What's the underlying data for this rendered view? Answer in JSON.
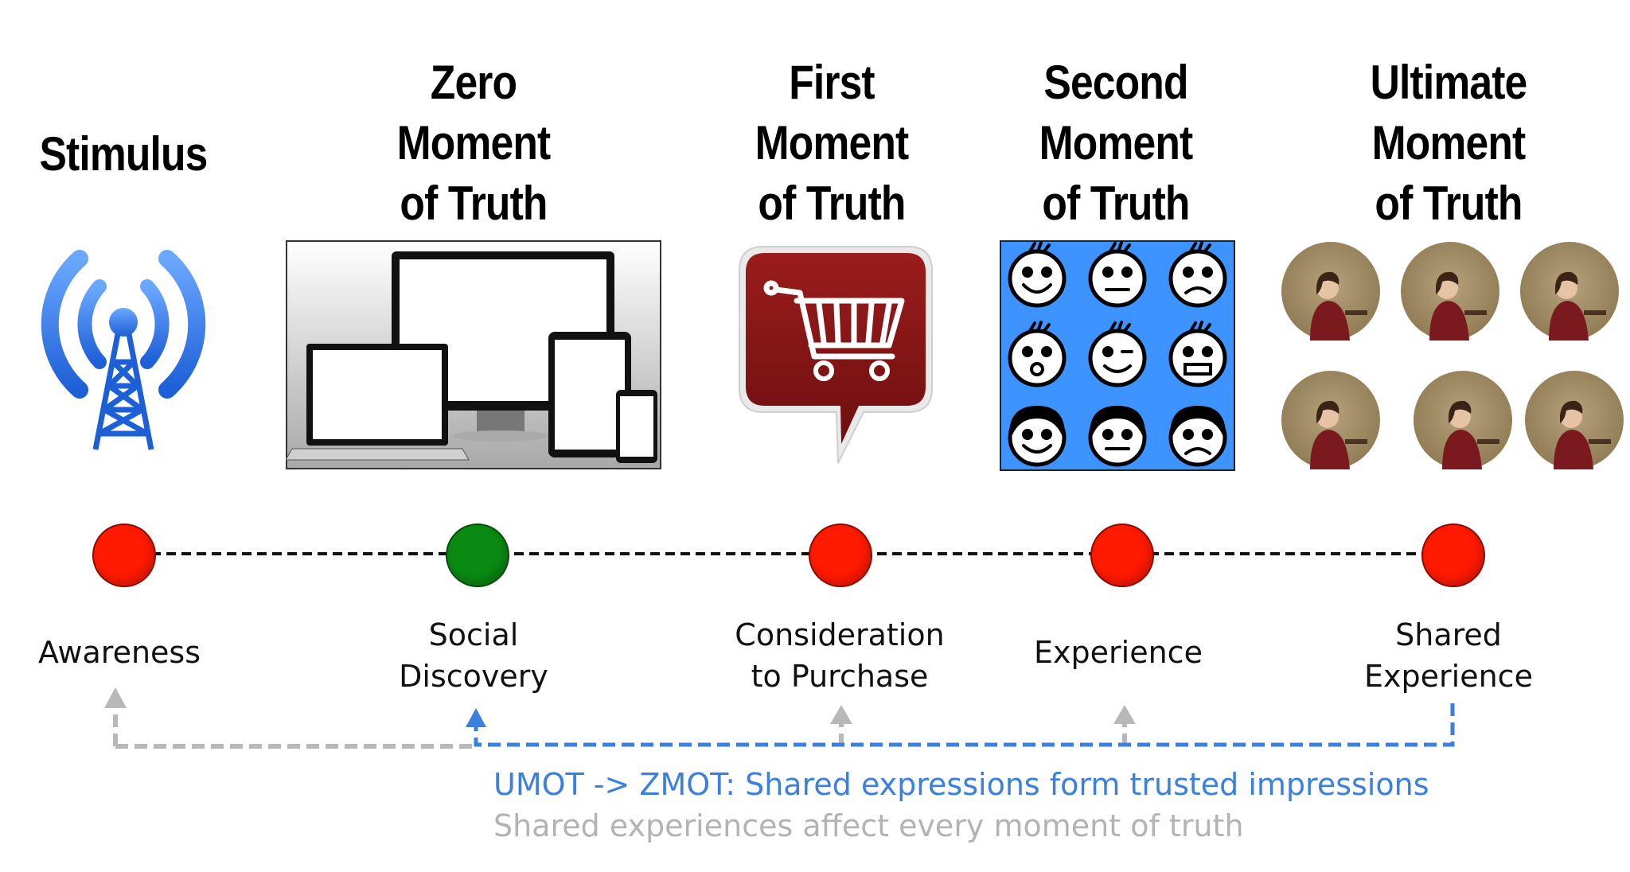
{
  "stages": [
    {
      "id": "stimulus",
      "title": [
        "Stimulus"
      ],
      "label": [
        "Awareness"
      ],
      "node_color": "#ff1a00"
    },
    {
      "id": "zmot",
      "title": [
        "Zero",
        "Moment",
        "of Truth"
      ],
      "label": [
        "Social",
        "Discovery"
      ],
      "node_color": "#0a8a12"
    },
    {
      "id": "fmot",
      "title": [
        "First",
        "Moment",
        "of Truth"
      ],
      "label": [
        "Consideration",
        "to Purchase"
      ],
      "node_color": "#ff1a00"
    },
    {
      "id": "smot",
      "title": [
        "Second",
        "Moment",
        "of Truth"
      ],
      "label": [
        "Experience"
      ],
      "node_color": "#ff1a00"
    },
    {
      "id": "umot",
      "title": [
        "Ultimate",
        "Moment",
        "of Truth"
      ],
      "label": [
        "Shared",
        "Experience"
      ],
      "node_color": "#ff1a00"
    }
  ],
  "icons": {
    "stimulus": "radio-tower-icon",
    "zmot": "devices-icon",
    "fmot": "shopping-cart-speech-bubble-icon",
    "smot": "emotion-faces-icon",
    "umot": "sharing-people-icon"
  },
  "captions": {
    "blue": "UMOT -> ZMOT: Shared expressions form trusted impressions",
    "gray": "Shared experiences affect every moment of truth"
  },
  "colors": {
    "accent_blue": "#3b7fe0",
    "muted_gray": "#b8b8b8",
    "node_red": "#ff1a00",
    "node_green": "#0a8a12"
  }
}
